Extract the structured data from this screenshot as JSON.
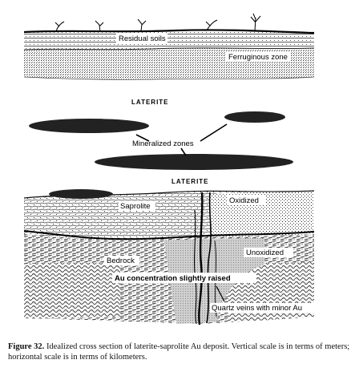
{
  "upper_section": {
    "labels": {
      "residual_soils": "Residual soils",
      "ferruginous_zone": "Ferruginous zone",
      "laterite": "LATERITE"
    }
  },
  "middle_section": {
    "labels": {
      "mineralized_zones": "Mineralized zones",
      "laterite": "LATERITE"
    }
  },
  "lower_section": {
    "labels": {
      "saprolite": "Saprolite",
      "oxidized": "Oxidized",
      "bedrock": "Bedrock",
      "unoxidized": "Unoxidized",
      "au_concentration": "Au concentration slightly raised",
      "quartz_veins": "Quartz veins with minor Au"
    }
  },
  "caption": {
    "figure_label": "Figure 32.",
    "text": "Idealized cross section of laterite-saprolite Au deposit. Vertical scale is in terms of meters; horizontal scale is in terms of kilometers."
  }
}
